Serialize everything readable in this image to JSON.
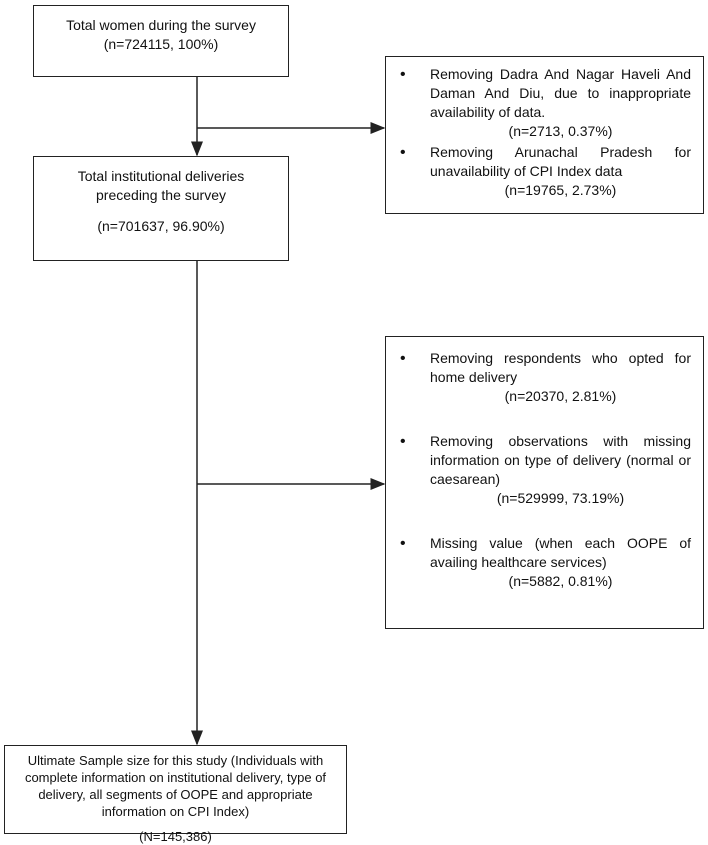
{
  "boxes": {
    "total_women": {
      "title": "Total women during the survey",
      "count": "(n=724115, 100%)"
    },
    "exclusion_1": {
      "items": [
        {
          "text": "Removing Dadra And Nagar Haveli And Daman And Diu, due to inappropriate availability of data.",
          "count": "(n=2713, 0.37%)"
        },
        {
          "text": "Removing Arunachal Pradesh for unavailability of CPI Index data",
          "count": "(n=19765, 2.73%)"
        }
      ]
    },
    "institutional": {
      "title": "Total institutional deliveries preceding the survey",
      "count": "(n=701637, 96.90%)"
    },
    "exclusion_2": {
      "items": [
        {
          "text": "Removing respondents who opted for home delivery",
          "count": "(n=20370, 2.81%)"
        },
        {
          "text": "Removing observations with missing information on type of delivery (normal or caesarean)",
          "count": "(n=529999, 73.19%)"
        },
        {
          "text": "Missing value (when each OOPE of availing healthcare services)",
          "count": "(n=5882, 0.81%)"
        }
      ]
    },
    "final": {
      "title": "Ultimate Sample size for this study (Individuals with complete information on institutional delivery, type of delivery, all segments of OOPE and appropriate information on CPI Index)",
      "count": "(N=145,386)"
    }
  }
}
